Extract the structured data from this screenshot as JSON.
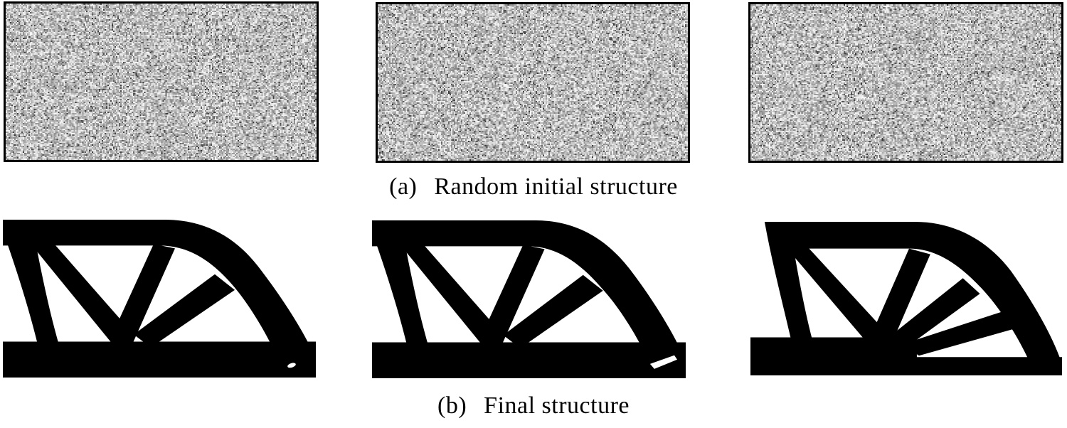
{
  "figure": {
    "caption_a": {
      "label": "(a)",
      "text": "Random initial structure"
    },
    "caption_b": {
      "label": "(b)",
      "text": "Final structure"
    },
    "colors": {
      "ink": "#000000",
      "background": "#ffffff",
      "panel_border": "#000000",
      "noise_light_min": 135,
      "noise_light_max": 250,
      "noise_dark_min": 55,
      "noise_dark_max": 125,
      "noise_dark_fraction": 0.07
    },
    "panels": {
      "noise": [
        {
          "name": "noise-panel-1",
          "content": "random grayscale density field"
        },
        {
          "name": "noise-panel-2",
          "content": "random grayscale density field"
        },
        {
          "name": "noise-panel-3",
          "content": "random grayscale density field"
        }
      ],
      "structures": [
        {
          "name": "final-structure-1",
          "content": "optimized cantilever truss silhouette"
        },
        {
          "name": "final-structure-2",
          "content": "optimized cantilever truss silhouette"
        },
        {
          "name": "final-structure-3",
          "content": "optimized cantilever truss silhouette with fan of thin members"
        }
      ]
    }
  }
}
